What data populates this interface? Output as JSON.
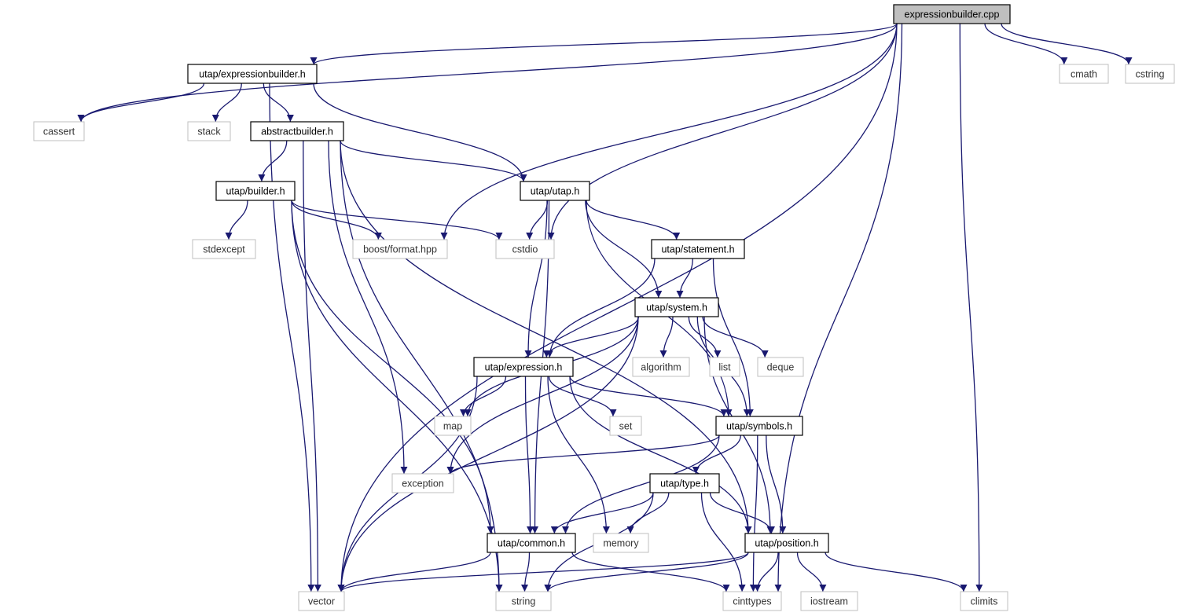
{
  "diagram": {
    "type": "include-dependency-graph",
    "colors": {
      "edge": "#191970",
      "root_fill": "#bfbfbf",
      "internal_border": "#000000",
      "external_border": "#bfbfbf",
      "node_fill": "#ffffff"
    },
    "nodes": [
      {
        "id": "root",
        "label": "expressionbuilder.cpp",
        "kind": "root"
      },
      {
        "id": "ebh",
        "label": "utap/expressionbuilder.h",
        "kind": "internal"
      },
      {
        "id": "cmath",
        "label": "cmath",
        "kind": "external"
      },
      {
        "id": "cstring",
        "label": "cstring",
        "kind": "external"
      },
      {
        "id": "cassert",
        "label": "cassert",
        "kind": "external"
      },
      {
        "id": "stack",
        "label": "stack",
        "kind": "external"
      },
      {
        "id": "abh",
        "label": "abstractbuilder.h",
        "kind": "internal"
      },
      {
        "id": "bh",
        "label": "utap/builder.h",
        "kind": "internal"
      },
      {
        "id": "uh",
        "label": "utap/utap.h",
        "kind": "internal"
      },
      {
        "id": "stdexcept",
        "label": "stdexcept",
        "kind": "external"
      },
      {
        "id": "bfh",
        "label": "boost/format.hpp",
        "kind": "external"
      },
      {
        "id": "cstdio",
        "label": "cstdio",
        "kind": "external"
      },
      {
        "id": "sth",
        "label": "utap/statement.h",
        "kind": "internal"
      },
      {
        "id": "syh",
        "label": "utap/system.h",
        "kind": "internal"
      },
      {
        "id": "exh",
        "label": "utap/expression.h",
        "kind": "internal"
      },
      {
        "id": "algorithm",
        "label": "algorithm",
        "kind": "external"
      },
      {
        "id": "list",
        "label": "list",
        "kind": "external"
      },
      {
        "id": "deque",
        "label": "deque",
        "kind": "external"
      },
      {
        "id": "map",
        "label": "map",
        "kind": "external"
      },
      {
        "id": "set",
        "label": "set",
        "kind": "external"
      },
      {
        "id": "symh",
        "label": "utap/symbols.h",
        "kind": "internal"
      },
      {
        "id": "exception",
        "label": "exception",
        "kind": "external"
      },
      {
        "id": "tyh",
        "label": "utap/type.h",
        "kind": "internal"
      },
      {
        "id": "coh",
        "label": "utap/common.h",
        "kind": "internal"
      },
      {
        "id": "memory",
        "label": "memory",
        "kind": "external"
      },
      {
        "id": "poh",
        "label": "utap/position.h",
        "kind": "internal"
      },
      {
        "id": "vector",
        "label": "vector",
        "kind": "external"
      },
      {
        "id": "string",
        "label": "string",
        "kind": "external"
      },
      {
        "id": "cinttypes",
        "label": "cinttypes",
        "kind": "external"
      },
      {
        "id": "iostream",
        "label": "iostream",
        "kind": "external"
      },
      {
        "id": "climits",
        "label": "climits",
        "kind": "external"
      }
    ],
    "edges": [
      [
        "root",
        "ebh"
      ],
      [
        "root",
        "cmath"
      ],
      [
        "root",
        "cstring"
      ],
      [
        "root",
        "cassert"
      ],
      [
        "root",
        "vector"
      ],
      [
        "root",
        "bfh"
      ],
      [
        "root",
        "cstdio"
      ],
      [
        "root",
        "cinttypes"
      ],
      [
        "root",
        "climits"
      ],
      [
        "ebh",
        "cassert"
      ],
      [
        "ebh",
        "stack"
      ],
      [
        "ebh",
        "abh"
      ],
      [
        "ebh",
        "uh"
      ],
      [
        "ebh",
        "vector"
      ],
      [
        "abh",
        "bh"
      ],
      [
        "abh",
        "uh"
      ],
      [
        "abh",
        "exception"
      ],
      [
        "abh",
        "poh"
      ],
      [
        "abh",
        "vector"
      ],
      [
        "abh",
        "string"
      ],
      [
        "bh",
        "stdexcept"
      ],
      [
        "bh",
        "bfh"
      ],
      [
        "bh",
        "cstdio"
      ],
      [
        "bh",
        "coh"
      ],
      [
        "bh",
        "string"
      ],
      [
        "uh",
        "cstdio"
      ],
      [
        "uh",
        "sth"
      ],
      [
        "uh",
        "syh"
      ],
      [
        "uh",
        "exh"
      ],
      [
        "uh",
        "symh"
      ],
      [
        "uh",
        "coh"
      ],
      [
        "sth",
        "syh"
      ],
      [
        "sth",
        "exh"
      ],
      [
        "sth",
        "symh"
      ],
      [
        "syh",
        "exh"
      ],
      [
        "syh",
        "algorithm"
      ],
      [
        "syh",
        "list"
      ],
      [
        "syh",
        "deque"
      ],
      [
        "syh",
        "map"
      ],
      [
        "syh",
        "exception"
      ],
      [
        "syh",
        "vector"
      ],
      [
        "syh",
        "symh"
      ],
      [
        "syh",
        "poh"
      ],
      [
        "exh",
        "map"
      ],
      [
        "exh",
        "set"
      ],
      [
        "exh",
        "symh"
      ],
      [
        "exh",
        "coh"
      ],
      [
        "exh",
        "memory"
      ],
      [
        "exh",
        "vector"
      ],
      [
        "exh",
        "poh"
      ],
      [
        "symh",
        "exception"
      ],
      [
        "symh",
        "tyh"
      ],
      [
        "symh",
        "coh"
      ],
      [
        "symh",
        "poh"
      ],
      [
        "symh",
        "cinttypes"
      ],
      [
        "tyh",
        "coh"
      ],
      [
        "tyh",
        "memory"
      ],
      [
        "tyh",
        "poh"
      ],
      [
        "tyh",
        "string"
      ],
      [
        "tyh",
        "cinttypes"
      ],
      [
        "coh",
        "vector"
      ],
      [
        "coh",
        "string"
      ],
      [
        "coh",
        "cinttypes"
      ],
      [
        "poh",
        "vector"
      ],
      [
        "poh",
        "string"
      ],
      [
        "poh",
        "cinttypes"
      ],
      [
        "poh",
        "iostream"
      ],
      [
        "poh",
        "climits"
      ]
    ]
  }
}
